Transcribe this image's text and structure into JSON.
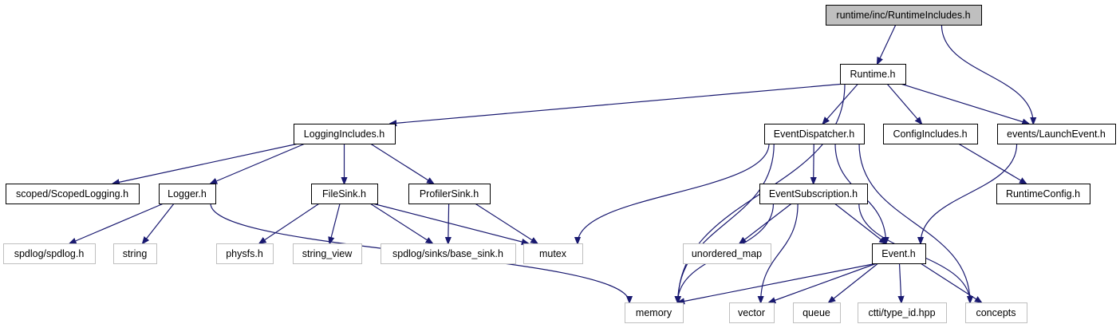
{
  "colors": {
    "edge": "#191970",
    "root_fill": "#bfbfbf",
    "node_border": "#000000",
    "external_border": "#bfbfbf",
    "background": "#ffffff"
  },
  "nodes": {
    "runtime_includes": {
      "label": "runtime/inc/RuntimeIncludes.h",
      "kind": "root"
    },
    "runtime_h": {
      "label": "Runtime.h",
      "kind": "local"
    },
    "logging_includes": {
      "label": "LoggingIncludes.h",
      "kind": "local"
    },
    "event_dispatcher": {
      "label": "EventDispatcher.h",
      "kind": "local"
    },
    "config_includes": {
      "label": "ConfigIncludes.h",
      "kind": "local"
    },
    "launch_event": {
      "label": "events/LaunchEvent.h",
      "kind": "local"
    },
    "scoped_logging": {
      "label": "scoped/ScopedLogging.h",
      "kind": "local"
    },
    "logger_h": {
      "label": "Logger.h",
      "kind": "local"
    },
    "file_sink": {
      "label": "FileSink.h",
      "kind": "local"
    },
    "profiler_sink": {
      "label": "ProfilerSink.h",
      "kind": "local"
    },
    "event_subscription": {
      "label": "EventSubscription.h",
      "kind": "local"
    },
    "runtime_config": {
      "label": "RuntimeConfig.h",
      "kind": "local"
    },
    "spdlog": {
      "label": "spdlog/spdlog.h",
      "kind": "external"
    },
    "string": {
      "label": "string",
      "kind": "external"
    },
    "physfs": {
      "label": "physfs.h",
      "kind": "external"
    },
    "string_view": {
      "label": "string_view",
      "kind": "external"
    },
    "base_sink": {
      "label": "spdlog/sinks/base_sink.h",
      "kind": "external"
    },
    "mutex": {
      "label": "mutex",
      "kind": "external"
    },
    "unordered_map": {
      "label": "unordered_map",
      "kind": "external"
    },
    "event_h": {
      "label": "Event.h",
      "kind": "local"
    },
    "memory": {
      "label": "memory",
      "kind": "external"
    },
    "vector": {
      "label": "vector",
      "kind": "external"
    },
    "queue": {
      "label": "queue",
      "kind": "external"
    },
    "ctti": {
      "label": "ctti/type_id.hpp",
      "kind": "external"
    },
    "concepts": {
      "label": "concepts",
      "kind": "external"
    }
  },
  "edges": [
    [
      "runtime_includes",
      "runtime_h"
    ],
    [
      "runtime_includes",
      "launch_event"
    ],
    [
      "runtime_h",
      "logging_includes"
    ],
    [
      "runtime_h",
      "memory"
    ],
    [
      "runtime_h",
      "event_dispatcher"
    ],
    [
      "runtime_h",
      "config_includes"
    ],
    [
      "runtime_h",
      "launch_event"
    ],
    [
      "logging_includes",
      "scoped_logging"
    ],
    [
      "logging_includes",
      "logger_h"
    ],
    [
      "logging_includes",
      "file_sink"
    ],
    [
      "logging_includes",
      "profiler_sink"
    ],
    [
      "logger_h",
      "spdlog"
    ],
    [
      "logger_h",
      "string"
    ],
    [
      "logger_h",
      "memory"
    ],
    [
      "file_sink",
      "physfs"
    ],
    [
      "file_sink",
      "string_view"
    ],
    [
      "file_sink",
      "base_sink"
    ],
    [
      "file_sink",
      "mutex"
    ],
    [
      "profiler_sink",
      "base_sink"
    ],
    [
      "profiler_sink",
      "mutex"
    ],
    [
      "event_dispatcher",
      "mutex"
    ],
    [
      "event_dispatcher",
      "memory"
    ],
    [
      "event_dispatcher",
      "event_subscription"
    ],
    [
      "event_dispatcher",
      "event_h"
    ],
    [
      "event_dispatcher",
      "concepts"
    ],
    [
      "config_includes",
      "runtime_config"
    ],
    [
      "launch_event",
      "event_h"
    ],
    [
      "event_subscription",
      "unordered_map"
    ],
    [
      "event_subscription",
      "memory"
    ],
    [
      "event_subscription",
      "vector"
    ],
    [
      "event_subscription",
      "event_h"
    ],
    [
      "event_subscription",
      "concepts"
    ],
    [
      "event_h",
      "memory"
    ],
    [
      "event_h",
      "vector"
    ],
    [
      "event_h",
      "queue"
    ],
    [
      "event_h",
      "ctti"
    ],
    [
      "event_h",
      "concepts"
    ]
  ]
}
